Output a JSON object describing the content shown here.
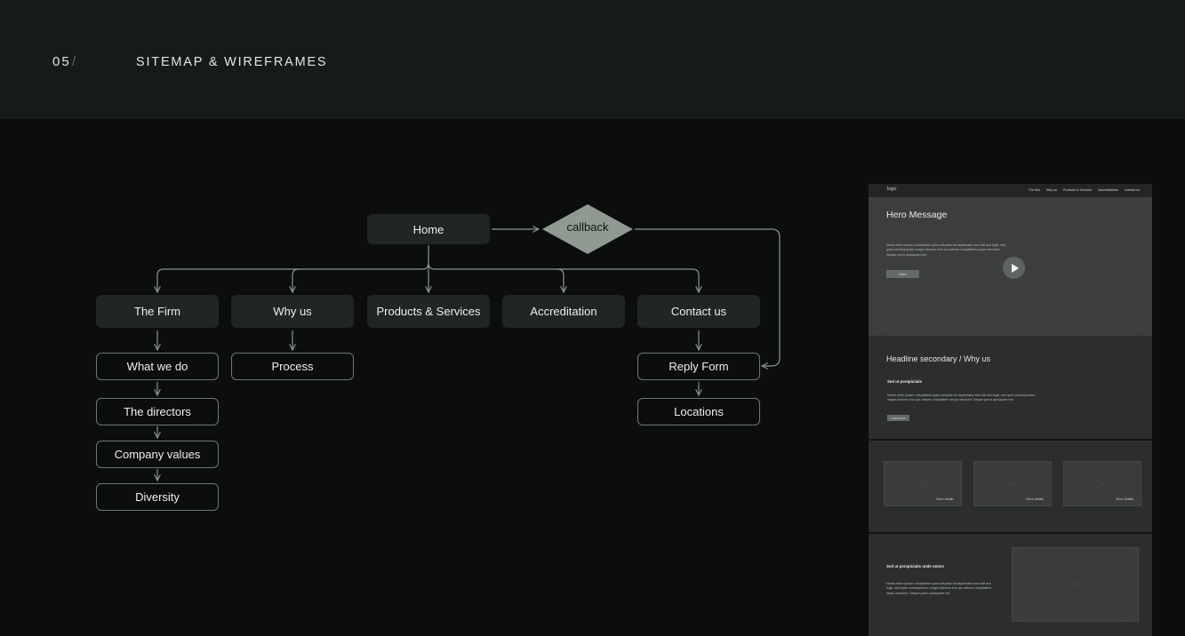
{
  "header": {
    "section_number": "05",
    "slash": "/",
    "title": "SITEMAP & WIREFRAMES"
  },
  "sitemap": {
    "home": "Home",
    "callback": "callback",
    "sections": [
      "The Firm",
      "Why us",
      "Products & Services",
      "Accreditation",
      "Contact us"
    ],
    "the_firm_children": [
      "What we do",
      "The directors",
      "Company values",
      "Diversity"
    ],
    "why_us_children": [
      "Process"
    ],
    "contact_children": [
      "Reply Form",
      "Locations"
    ]
  },
  "wireframe": {
    "logo": "logo",
    "nav_links": [
      "The firm",
      "Why us",
      "Products & Services",
      "Accreditations",
      "Contact us"
    ],
    "hero_title": "Hero Message",
    "hero_text": "Nemo enim ipsam voluptatem quia voluptas sit aspernatur aut odit aut fugit, sed quia consequuntur magni dolores eos qui ratione voluptatem sequi nesciunt. Neque porro quisquam est.",
    "hero_button": "Button",
    "secondary_headline": "Headline secondary / Why us",
    "secondary_subhead": "Sed ut perspiciatis",
    "secondary_text": "Nemo enim ipsam voluptatem quia voluptas sit aspernatur aut odit aut fugit, sed quia consequuntur magni dolores eos qui ratione voluptatem sequi nesciunt. Neque porro quisquam est.",
    "secondary_button": "Learn more",
    "card_label": "More details",
    "bottom_subhead": "Sed ut perspiciatis unde omnis",
    "bottom_text": "Nemo enim ipsam voluptatem quia voluptas sit aspernatur aut odit aut fugit, sed quia consequuntur magni dolores eos qui ratione voluptatem sequi nesciunt. Neque porro quisquam est."
  }
}
